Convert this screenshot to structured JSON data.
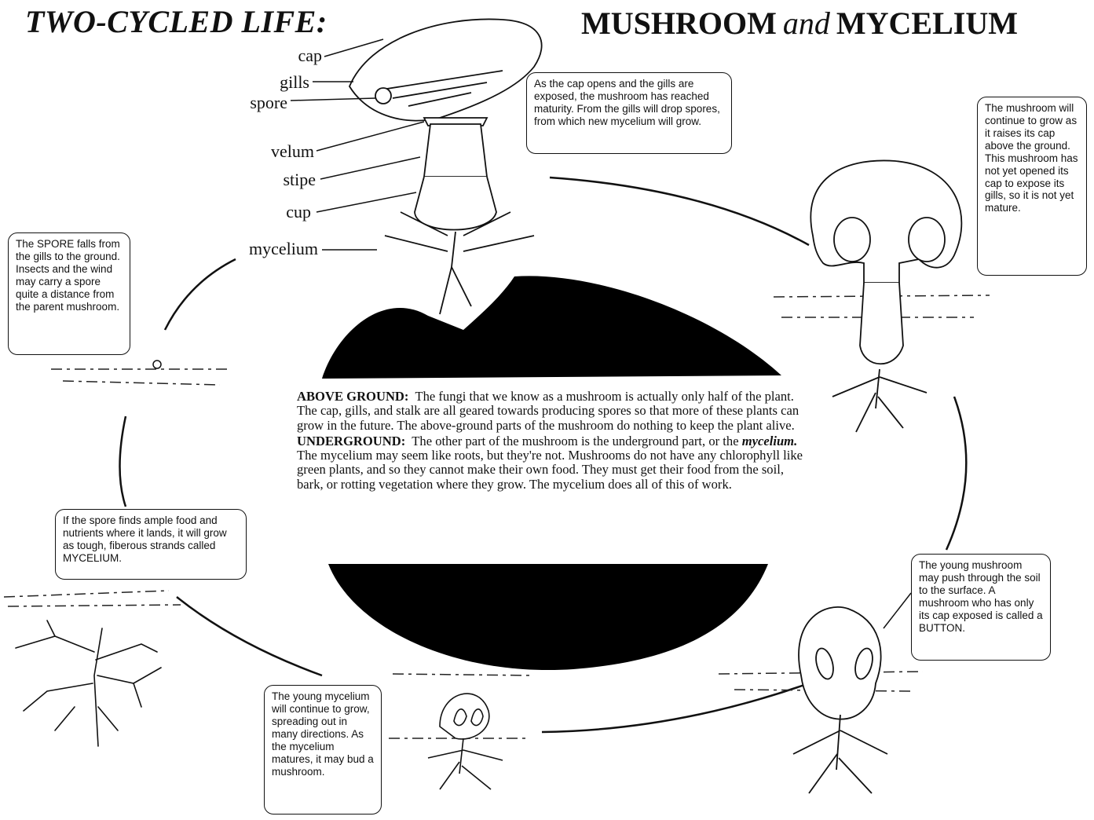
{
  "title_left": "TWO-CYCLED LIFE:",
  "title_right": {
    "part1": "MUSHROOM",
    "and": "and",
    "part2": "MYCELIUM"
  },
  "part_labels": {
    "cap": "cap",
    "gills": "gills",
    "spore": "spore",
    "velum": "velum",
    "stipe": "stipe",
    "cup": "cup",
    "mycelium": "mycelium"
  },
  "callouts": {
    "mature": "As the cap opens and the gills are exposed, the mushroom has reached maturity.  From the gills will drop spores, from which new mycelium will grow.",
    "growing": "The mushroom will continue to grow as it raises its cap above the ground. This mushroom has not yet opened its cap to expose its gills, so it is not yet mature.",
    "spore": "The SPORE falls from the gills to the ground.  Insects and the wind may carry a spore quite a distance from the parent mushroom.",
    "mycelium_start": "If the spore finds ample food and nutrients where it lands, it will grow as tough, fiberous strands called MYCELIUM.",
    "young_mycelium": "The young mycelium will continue to grow, spreading out in many directions. As the mycelium matures, it may bud a mushroom.",
    "button": "The young mushroom may push through the soil to the surface.  A mushroom who has only its cap exposed is called a BUTTON."
  },
  "center_text": {
    "above_label": "ABOVE GROUND:",
    "above_body": "The fungi that we know as a mushroom is actually only half of the plant.  The cap, gills, and stalk are all geared towards producing spores so that more of these plants can grow in the future. The above-ground parts of the mushroom do nothing to keep the plant alive.",
    "under_label": "UNDERGROUND:",
    "under_body_1": "The other part of the mushroom is the underground part, or the",
    "under_em": "mycelium.",
    "under_body_2": "The mycelium may seem like roots, but they're not.  Mushrooms do not have any chlorophyll like green plants, and so they cannot make their own food.  They must get their food from the soil, bark, or rotting vegetation where they grow.  The mycelium does all of this of work."
  }
}
